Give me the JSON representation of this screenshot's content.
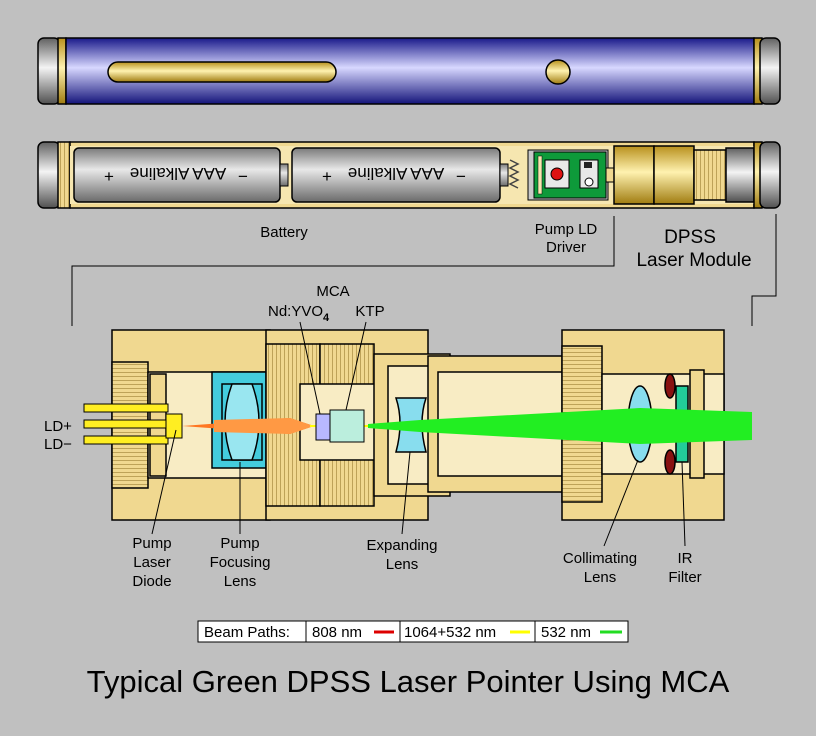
{
  "title": "Typical Green DPSS Laser Pointer Using MCA",
  "battery": {
    "label": "Battery",
    "cell_text": "AAA Alkaline",
    "plus": "+",
    "minus": "−"
  },
  "labels": {
    "pump_ld_driver_1": "Pump LD",
    "pump_ld_driver_2": "Driver",
    "dpss_1": "DPSS",
    "dpss_2": "Laser Module",
    "mca": "MCA",
    "ndyvo4": "Nd:YVO",
    "ndyvo4_sub": "4",
    "ktp": "KTP",
    "ld_plus": "LD+",
    "ld_minus": "LD−",
    "pump_laser_diode": [
      "Pump",
      "Laser",
      "Diode"
    ],
    "pump_focusing_lens": [
      "Pump",
      "Focusing",
      "Lens"
    ],
    "expanding_lens": [
      "Expanding",
      "Lens"
    ],
    "collimating_lens": [
      "Collimating",
      "Lens"
    ],
    "ir_filter": [
      "IR",
      "Filter"
    ]
  },
  "legend": {
    "heading": "Beam Paths:",
    "items": [
      {
        "label": "808 nm",
        "color": "#dd0000"
      },
      {
        "label": "1064+532 nm",
        "color": "#ffff00"
      },
      {
        "label": "532 nm",
        "color": "#22dd22"
      }
    ]
  },
  "colors": {
    "background": "#c0c0c0",
    "brass": "#f0d890",
    "brass_dark": "#d4b060",
    "barrel_blue": "#2a2ab0",
    "beam_808": "#ff7722",
    "beam_532": "#22ee22",
    "lens": "#88ddee"
  }
}
